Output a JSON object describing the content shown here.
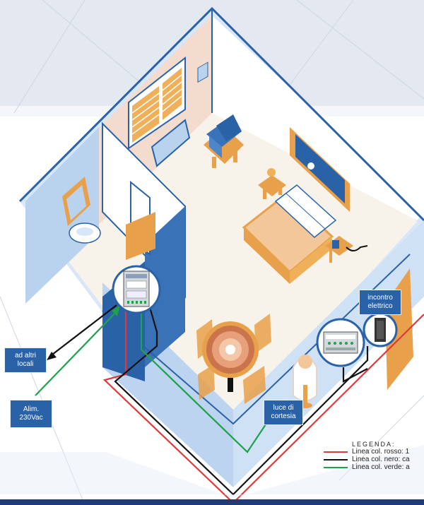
{
  "labels": {
    "ad_altri": [
      "ad altri",
      "locali"
    ],
    "alim": [
      "Alim.",
      "230Vac"
    ],
    "luce": [
      "luce di",
      "cortesia"
    ],
    "incontro": [
      "incontro",
      "elettrico"
    ]
  },
  "legend": {
    "title": "LEGENDA:",
    "items": [
      {
        "text": "Linea col. rosso: 1",
        "color": "#e0393a"
      },
      {
        "text": "Linea col. nero: ca",
        "color": "#111111"
      },
      {
        "text": "Linea col. verde: a",
        "color": "#1fa04a"
      }
    ]
  },
  "colors": {
    "wire_red": "#e0393a",
    "wire_black": "#111111",
    "wire_green": "#1fa04a",
    "wall_blue": "#2a62a8",
    "floor": "#f8f3ea",
    "wood": "#e8a04a",
    "label_bg": "#2a62a8"
  },
  "icons": [
    "controller-unit-icon",
    "card-reader-icon",
    "door-strike-icon",
    "lamp-icon"
  ]
}
